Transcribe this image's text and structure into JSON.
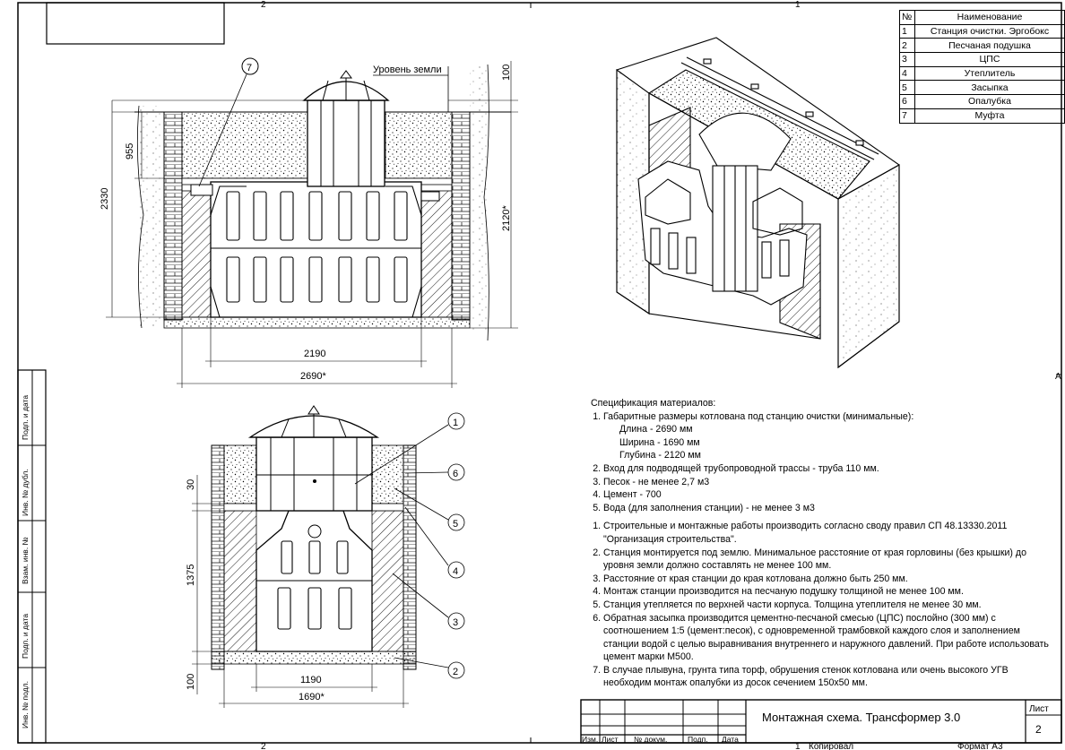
{
  "sheet": {
    "zone_top_left": "2",
    "zone_top_right": "1",
    "zone_bottom_left": "2",
    "zone_bottom_right": "1",
    "zone_side": "А",
    "copied_label": "Копировал",
    "format_label": "Формат А3"
  },
  "side_stamp": {
    "labels": [
      "Инв. № подл.",
      "Подп. и дата",
      "Взам. инв. №",
      "Инв. № дубл.",
      "Подп. и дата"
    ]
  },
  "parts_table": {
    "header_num": "№",
    "header_name": "Наименование",
    "rows": [
      {
        "num": "1",
        "name": "Станция очистки. Эргобокс"
      },
      {
        "num": "2",
        "name": "Песчаная подушка"
      },
      {
        "num": "3",
        "name": "ЦПС"
      },
      {
        "num": "4",
        "name": "Утеплитель"
      },
      {
        "num": "5",
        "name": "Засыпка"
      },
      {
        "num": "6",
        "name": "Опалубка"
      },
      {
        "num": "7",
        "name": "Муфта"
      }
    ]
  },
  "drawing_front": {
    "ground_level_label": "Уровень земли",
    "callout_7": "7",
    "dim_100": "100",
    "dim_955": "955",
    "dim_2330": "2330",
    "dim_2120": "2120*",
    "dim_2190": "2190",
    "dim_2690": "2690*"
  },
  "drawing_side": {
    "dim_30": "30",
    "dim_1375": "1375",
    "dim_100": "100",
    "dim_1190": "1190",
    "dim_1690": "1690*",
    "callouts": [
      "1",
      "6",
      "5",
      "4",
      "3",
      "2"
    ]
  },
  "spec": {
    "title": "Спецификация материалов:",
    "list1": [
      "Габаритные размеры котлована под станцию очистки (минимальные):",
      "Вход для подводящей трубопроводной трассы - труба 110 мм.",
      "Песок - не менее 2,7 м3",
      "Цемент - 700",
      "Вода (для заполнения станции) - не менее 3 м3"
    ],
    "dims": [
      "Длина - 2690 мм",
      "Ширина - 1690 мм",
      "Глубина - 2120 мм"
    ],
    "list2": [
      "Строительные и монтажные работы производить согласно своду правил СП 48.13330.2011 \"Организация строительства\".",
      "Станция монтируется под землю. Минимальное расстояние от края горловины (без крышки) до уровня земли должно составлять не менее 100 мм.",
      "Расстояние от края станции до края котлована должно быть 250 мм.",
      "Монтаж станции производится на песчаную подушку толщиной не менее 100 мм.",
      "Станция утепляется по верхней части корпуса. Толщина утеплителя не менее 30 мм.",
      "Обратная засыпка производится цементно-песчаной смесью (ЦПС) послойно (300 мм) с соотношением 1:5 (цемент:песок), с одновременной трамбовкой каждого слоя и заполнением станции водой с целью выравнивания внутреннего и наружного давлений. При работе использовать цемент марки М500.",
      "В случае плывуна, грунта типа торф, обрушения стенок котлована или очень высокого УГВ необходим монтаж опалубки из досок сечением 150х50 мм."
    ]
  },
  "title_block": {
    "title": "Монтажная схема. Трансформер 3.0",
    "sheet_label": "Лист",
    "sheet_number": "2",
    "col_izm": "Изм.",
    "col_list": "Лист",
    "col_doc": "№ докум.",
    "col_sign": "Подп.",
    "col_date": "Дата"
  }
}
